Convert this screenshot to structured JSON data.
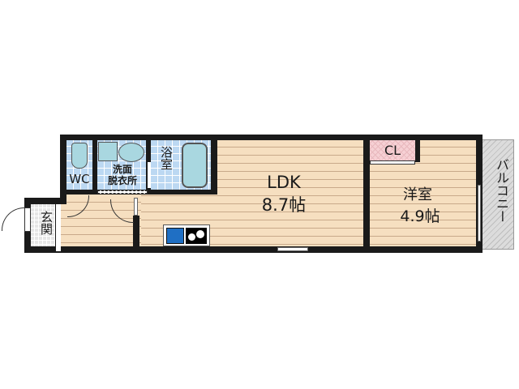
{
  "floor_plan": {
    "rooms": {
      "ldk": {
        "name": "LDK",
        "size": "8.7帖"
      },
      "western_room": {
        "name": "洋室",
        "size": "4.9帖"
      },
      "closet": {
        "name": "CL"
      },
      "toilet": {
        "name": "WC"
      },
      "washroom": {
        "name_line1": "洗面",
        "name_line2": "脱衣所"
      },
      "bathroom": {
        "name": "浴室"
      },
      "entrance": {
        "name": "玄関"
      },
      "balcony": {
        "name": "バルコニー"
      }
    },
    "colors": {
      "wall": "#1a1a1a",
      "wood_floor": "#f6dfc0",
      "tile_floor": "#bcd8f2",
      "closet": "#f6d0d4",
      "balcony": "#dcdcdc",
      "sink": "#1f6fc4"
    }
  }
}
